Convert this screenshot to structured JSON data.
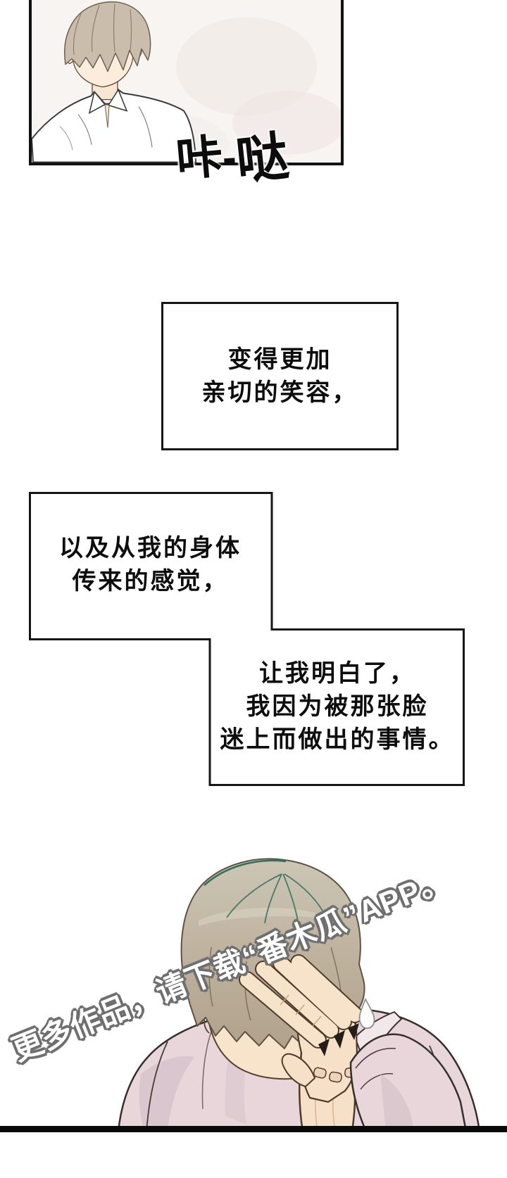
{
  "comic": {
    "sfx": {
      "part1": "咔",
      "part2": "哒"
    },
    "boxes": [
      {
        "lines": [
          "变得更加",
          "亲切的笑容，"
        ]
      },
      {
        "lines": [
          "以及从我的身体",
          "传来的感觉，"
        ]
      },
      {
        "lines": [
          "让我明白了，",
          "我因为被那张脸",
          "迷上而做出的事情。"
        ]
      }
    ],
    "watermark": "更多作品，请下载“番木瓜”APP。",
    "colors": {
      "page_bg": "#ffffff",
      "panel_bg": "#f7f4f2",
      "ink": "#121212",
      "shirt_pink": "#e8d6db",
      "shirt_shade": "#d5c0c9",
      "skin": "#f7e1c9",
      "hair_light": "#ccc5b5",
      "hair_dark": "#b0a18c",
      "hair_teal": "#35705d",
      "blush": "#eba396",
      "watermark_fill": "#ffffff",
      "watermark_outline": "#6e6e6e"
    }
  }
}
